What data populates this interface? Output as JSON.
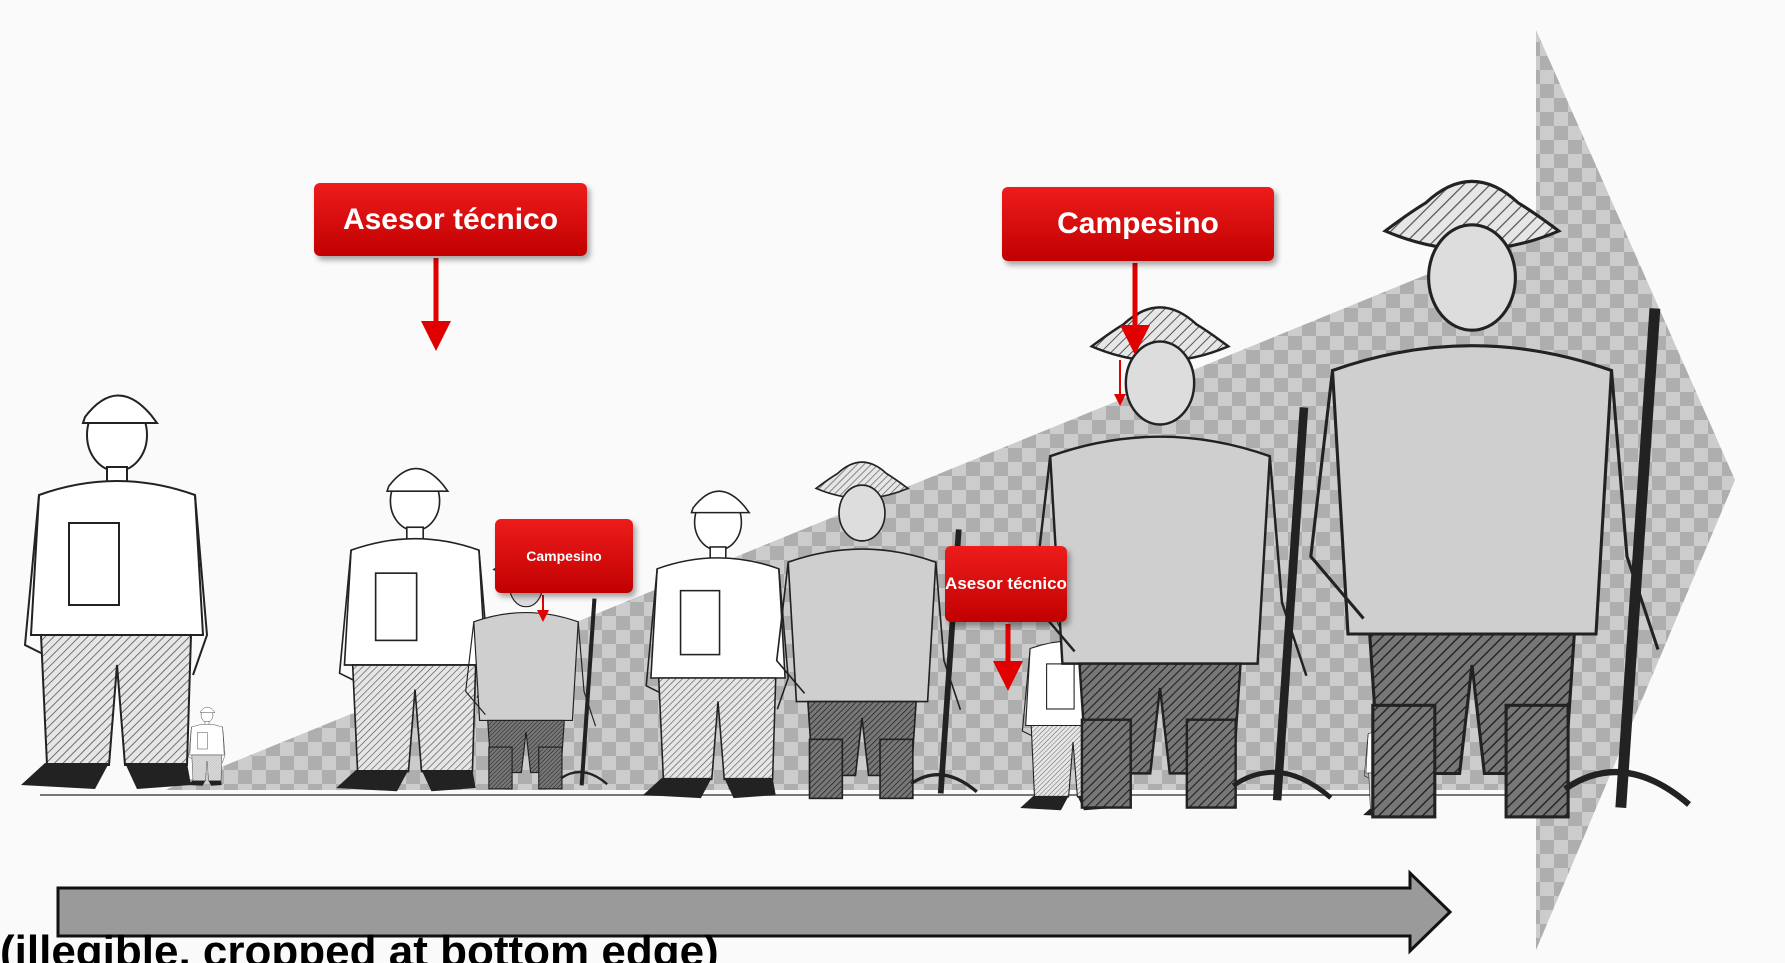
{
  "diagram": {
    "callouts": {
      "asesor_large": "Asesor técnico",
      "campesino_large": "Campesino",
      "campesino_small": "Campesino",
      "asesor_small": "Asesor técnico"
    },
    "figures": [
      {
        "role": "asesor técnico",
        "icon": "technician-figure-icon"
      },
      {
        "role": "campesino",
        "icon": "farmer-figure-icon"
      }
    ],
    "caption": "(illegible, cropped at bottom edge)"
  },
  "colors": {
    "callout_red": "#e00000",
    "arrow_gray": "#9a9a9a",
    "line": "#222222"
  }
}
